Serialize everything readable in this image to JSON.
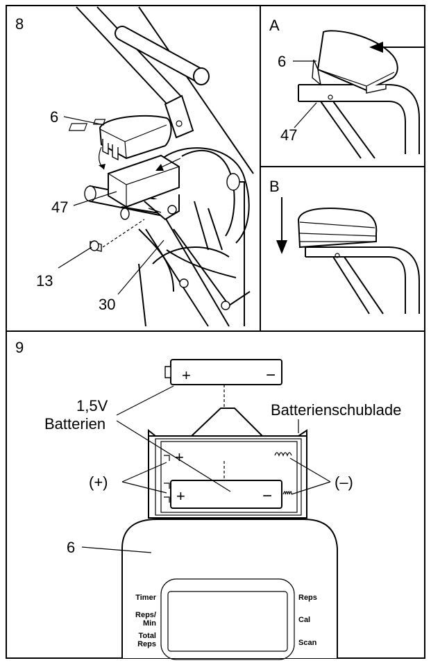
{
  "steps": {
    "step8": {
      "number": "8"
    },
    "detailA": {
      "letter": "A"
    },
    "detailB": {
      "letter": "B"
    },
    "step9": {
      "number": "9"
    }
  },
  "callouts": {
    "console": "6",
    "consoleA": "6",
    "bracket": "47",
    "bracketA": "47",
    "screw": "13",
    "frame": "30",
    "console9": "6"
  },
  "battery_labels": {
    "batteries_line1": "1,5V",
    "batteries_line2": "Batterien",
    "tray": "Batterienschublade",
    "plus_terminal": "(+)",
    "minus_terminal": "(–)",
    "battery_plus": "+",
    "battery_minus": "−",
    "tray_plus": "+"
  },
  "console_display": {
    "left": {
      "timer": "Timer",
      "repsmin_1": "Reps/",
      "repsmin_2": "Min",
      "total_1": "Total",
      "total_2": "Reps"
    },
    "right": {
      "reps": "Reps",
      "cal": "Cal",
      "scan": "Scan"
    }
  }
}
